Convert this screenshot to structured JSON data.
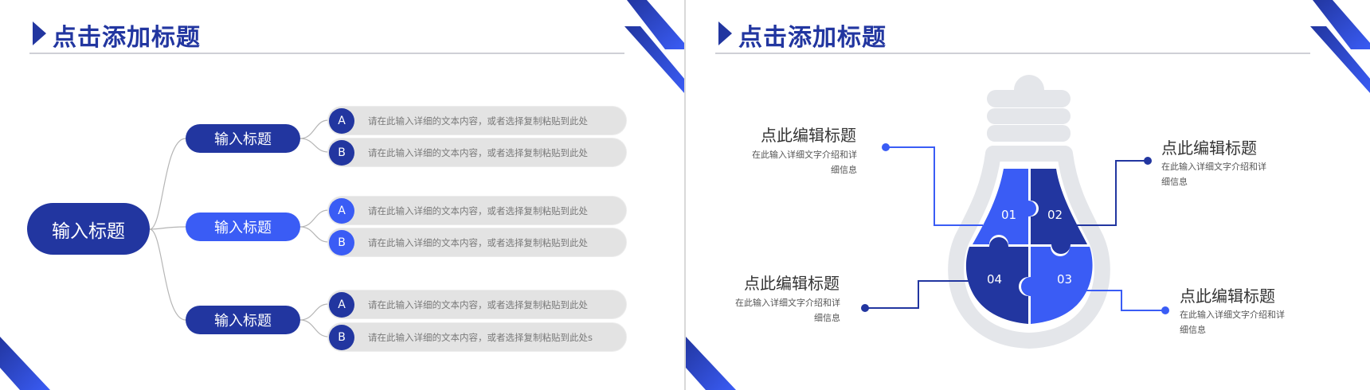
{
  "slide1": {
    "title": "点击添加标题",
    "root": "输入标题",
    "branches": [
      {
        "label": "输入标题",
        "items": [
          {
            "letter": "A",
            "text": "请在此输入详细的文本内容，或者选择复制粘贴到此处"
          },
          {
            "letter": "B",
            "text": "请在此输入详细的文本内容，或者选择复制粘贴到此处"
          }
        ]
      },
      {
        "label": "输入标题",
        "items": [
          {
            "letter": "A",
            "text": "请在此输入详细的文本内容，或者选择复制粘贴到此处"
          },
          {
            "letter": "B",
            "text": "请在此输入详细的文本内容，或者选择复制粘贴到此处"
          }
        ]
      },
      {
        "label": "输入标题",
        "items": [
          {
            "letter": "A",
            "text": "请在此输入详细的文本内容，或者选择复制粘贴到此处"
          },
          {
            "letter": "B",
            "text": "请在此输入详细的文本内容，或者选择复制粘贴到此处s"
          }
        ]
      }
    ]
  },
  "slide2": {
    "title": "点击添加标题",
    "pieces": [
      "01",
      "02",
      "03",
      "04"
    ],
    "blocks": [
      {
        "title": "点此编辑标题",
        "line1": "在此输入详细文字介绍和详",
        "line2": "细信息"
      },
      {
        "title": "点此编辑标题",
        "line1": "在此输入详细文字介绍和详",
        "line2": "细信息"
      },
      {
        "title": "点此编辑标题",
        "line1": "在此输入详细文字介绍和详",
        "line2": "细信息"
      },
      {
        "title": "点此编辑标题",
        "line1": "在此输入详细文字介绍和详",
        "line2": "细信息"
      }
    ]
  },
  "colors": {
    "dark": "#2236a0",
    "bright": "#3a5cf5",
    "gray": "#e3e3e3"
  }
}
